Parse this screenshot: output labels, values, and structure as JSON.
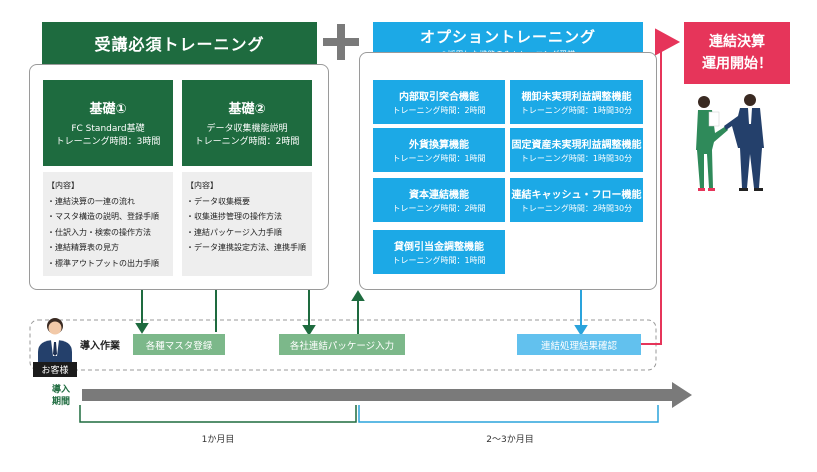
{
  "required_training": {
    "header": "受講必須トレーニング",
    "cards": [
      {
        "title": "基礎①",
        "subtitle": "FC Standard基礎",
        "duration": "トレーニング時間：3時間",
        "contents_label": "【内容】",
        "items": [
          "・連結決算の一連の流れ",
          "・マスタ構造の説明、登録手順",
          "・仕訳入力・検索の操作方法",
          "・連結精算表の見方",
          "・標準アウトプットの出力手順"
        ]
      },
      {
        "title": "基礎②",
        "subtitle": "データ収集機能説明",
        "duration": "トレーニング時間：2時間",
        "contents_label": "【内容】",
        "items": [
          "・データ収集概要",
          "・収集進捗管理の操作方法",
          "・連結パッケージ入力手順",
          "・データ連携設定方法、連携手順"
        ]
      }
    ]
  },
  "plus_symbol": "+",
  "optional_training": {
    "header": "オプショントレーニング",
    "note": "※採用した機能のみトレーニング受講",
    "modules": [
      {
        "name": "内部取引突合機能",
        "duration": "トレーニング時間：2時間"
      },
      {
        "name": "棚卸未実現利益調整機能",
        "duration": "トレーニング時間：1時間30分"
      },
      {
        "name": "外貨換算機能",
        "duration": "トレーニング時間：1時間"
      },
      {
        "name": "固定資産未実現利益調整機能",
        "duration": "トレーニング時間：1時間30分"
      },
      {
        "name": "資本連結機能",
        "duration": "トレーニング時間：2時間"
      },
      {
        "name": "連結キャッシュ・フロー機能",
        "duration": "トレーニング時間：2時間30分"
      },
      {
        "name": "貸倒引当金調整機能",
        "duration": "トレーニング時間：1時間"
      }
    ]
  },
  "goal": {
    "line1": "連結決算",
    "line2": "運用開始！"
  },
  "implementation": {
    "label": "導入作業",
    "customer": "お客様",
    "tasks": [
      "各種マスタ登録",
      "各社連結パッケージ入力",
      "連結処理結果確認"
    ]
  },
  "timeline": {
    "label_line1": "導入",
    "label_line2": "期間",
    "periods": [
      "1か月目",
      "2〜3か月目"
    ]
  },
  "colors": {
    "green": "#1e6b3f",
    "light_green": "#7cb88a",
    "blue": "#1ca9e6",
    "light_blue": "#62c1ee",
    "red": "#e6355a",
    "gray_arrow": "#7a7a7a"
  }
}
